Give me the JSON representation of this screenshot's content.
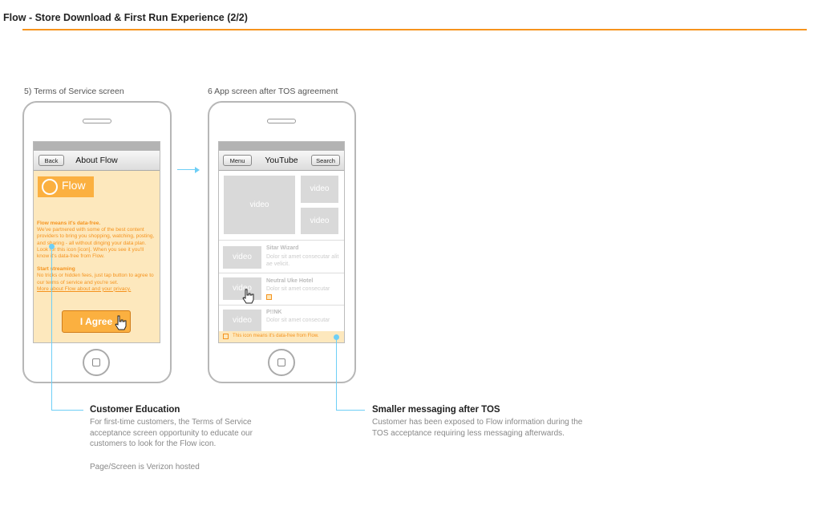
{
  "page": {
    "title": "Flow - Store Download & First Run Experience (2/2)"
  },
  "phone1": {
    "caption": "5) Terms of Service screen",
    "nav": {
      "back": "Back",
      "title": "About Flow"
    },
    "logo": "Flow",
    "section1": {
      "heading": "Flow means it's data-free.",
      "body": "We've partnered with some of the best content providers to bring you shopping, watching, posting, and sharing - all without dinging your data plan. Look for this icon [icon]. When you see it you'll know it's data-free from Flow."
    },
    "section2": {
      "heading": "Start streaming",
      "body": "No tricks or hidden fees, just tap button to agree to our terms of service and you're set.",
      "link": "More about Flow about and your privacy."
    },
    "agree_button": "I Agree"
  },
  "phone2": {
    "caption": "6 App screen after TOS agreement",
    "nav": {
      "menu": "Menu",
      "title": "YouTube",
      "search": "Search"
    },
    "tiles": {
      "big": "video",
      "small1": "video",
      "small2": "video"
    },
    "list": [
      {
        "thumb": "video",
        "title": "Sitar Wizard",
        "sub": "Dolor sit amet consecutar alit ae velicit."
      },
      {
        "thumb": "video",
        "title": "Neutral Uke Hotel",
        "sub": "Dolor sit amet consecutar"
      },
      {
        "thumb": "video",
        "title": "P!!NK",
        "sub": "Dolor sit amet consecutar"
      }
    ],
    "footer": "This icon means it's data-free from Flow."
  },
  "annotations": {
    "left": {
      "heading": "Customer Education",
      "body": "For first-time customers, the Terms of Service acceptance screen opportunity to educate our customers to look for the Flow icon.",
      "note": "Page/Screen is Verizon hosted"
    },
    "right": {
      "heading": "Smaller messaging after TOS",
      "body": "Customer has been exposed to Flow information during the TOS acceptance requiring less messaging afterwards."
    }
  },
  "colors": {
    "accent": "#f7941d",
    "flow_orange": "#fbb040",
    "flow_bg": "#fde8bd",
    "connector": "#6ecff6"
  }
}
